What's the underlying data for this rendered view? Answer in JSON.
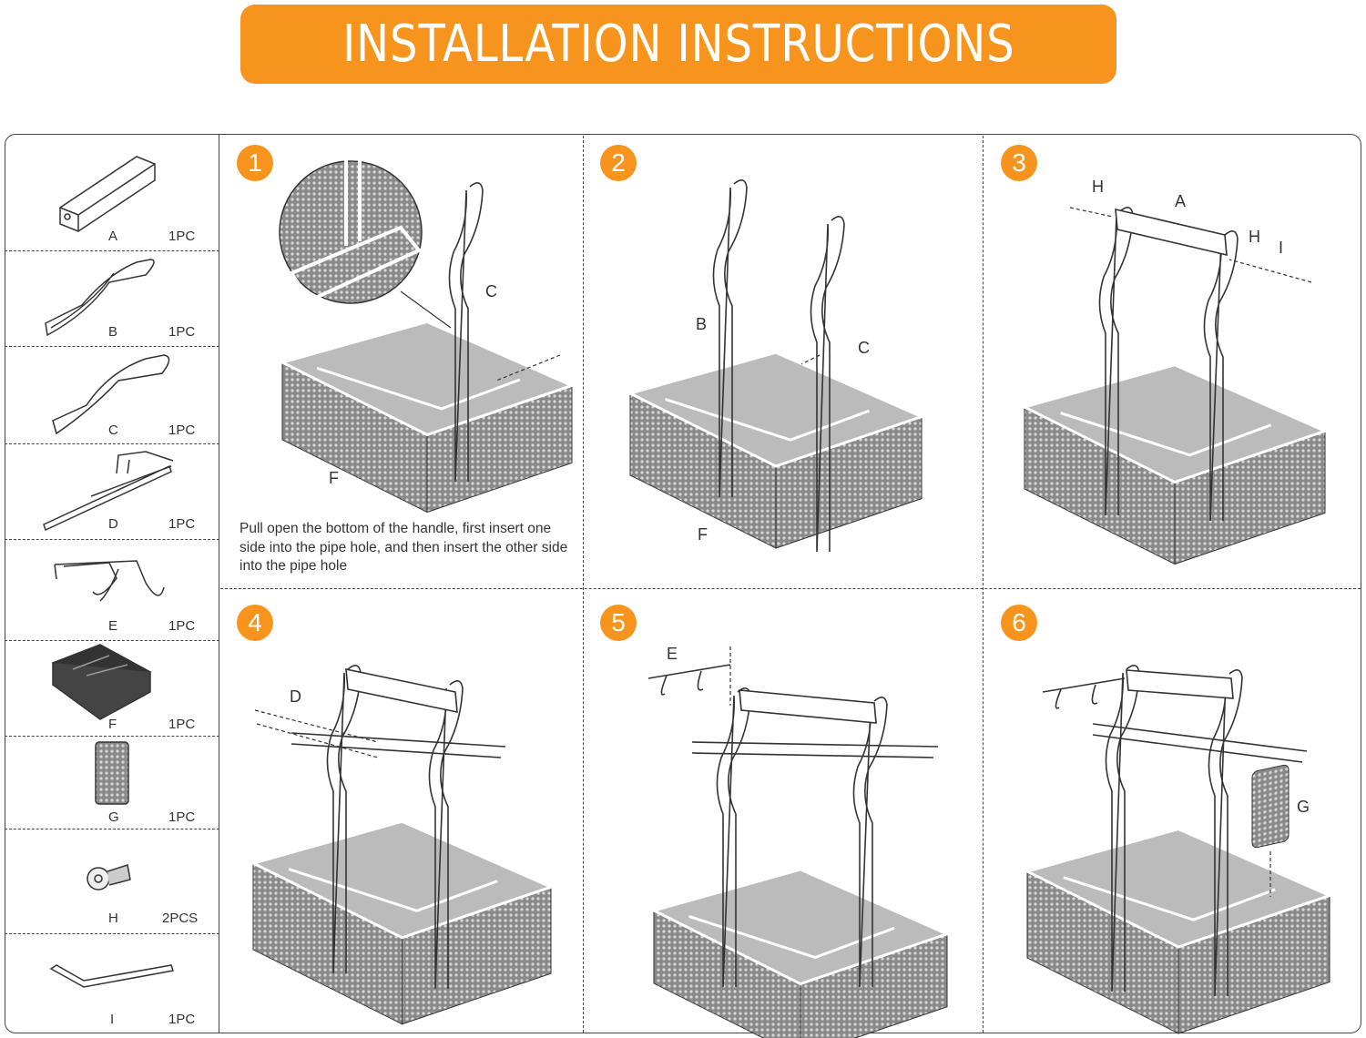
{
  "header": {
    "title": "INSTALLATION INSTRUCTIONS"
  },
  "colors": {
    "accent": "#F7941D",
    "line": "#444444"
  },
  "parts": [
    {
      "label": "A",
      "qty": "1PC",
      "icon": "roller-bar-icon"
    },
    {
      "label": "B",
      "qty": "1PC",
      "icon": "handle-b-icon"
    },
    {
      "label": "C",
      "qty": "1PC",
      "icon": "handle-c-icon"
    },
    {
      "label": "D",
      "qty": "1PC",
      "icon": "towel-rack-icon"
    },
    {
      "label": "E",
      "qty": "1PC",
      "icon": "hook-icon"
    },
    {
      "label": "F",
      "qty": "1PC",
      "icon": "basket-icon"
    },
    {
      "label": "G",
      "qty": "1PC",
      "icon": "mesh-panel-icon"
    },
    {
      "label": "H",
      "qty": "2PCS",
      "icon": "screw-icon"
    },
    {
      "label": "I",
      "qty": "1PC",
      "icon": "hex-key-icon"
    }
  ],
  "steps": [
    {
      "number": "1",
      "labels": {
        "c": "C",
        "f": "F"
      },
      "note": "Pull open the bottom of the handle, first insert one side into the pipe hole, and then insert the other side into the pipe hole"
    },
    {
      "number": "2",
      "labels": {
        "b": "B",
        "c": "C",
        "f": "F"
      }
    },
    {
      "number": "3",
      "labels": {
        "h1": "H",
        "a": "A",
        "h2": "H",
        "i": "I"
      }
    },
    {
      "number": "4",
      "labels": {
        "d": "D"
      }
    },
    {
      "number": "5",
      "labels": {
        "e": "E"
      }
    },
    {
      "number": "6",
      "labels": {
        "g": "G"
      }
    }
  ]
}
